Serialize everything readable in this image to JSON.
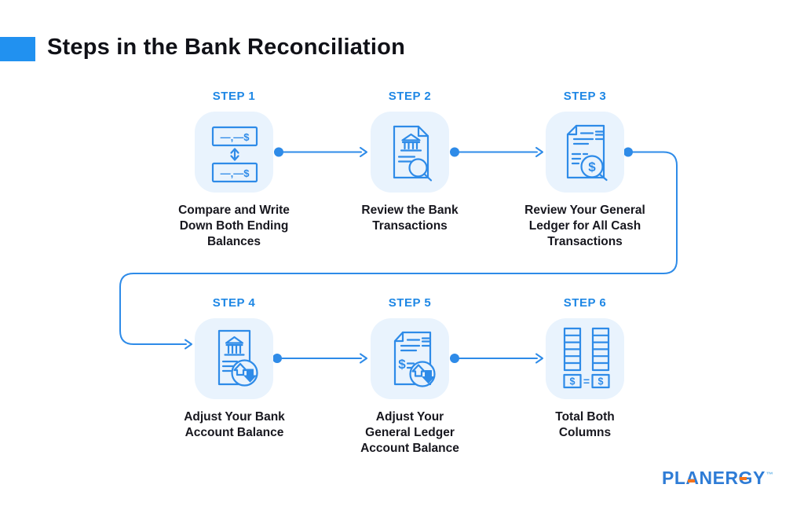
{
  "header": {
    "title": "Steps in the Bank Reconciliation"
  },
  "steps": [
    {
      "label": "STEP 1",
      "caption": "Compare and Write Down Both Ending Balances",
      "icon": "compare-ending-balances-icon",
      "icon_amount": "—,—$"
    },
    {
      "label": "STEP 2",
      "caption": "Review the Bank Transactions",
      "icon": "review-bank-transactions-icon"
    },
    {
      "label": "STEP 3",
      "caption": "Review Your General Ledger for All Cash Transactions",
      "icon": "review-general-ledger-icon",
      "icon_magnifier_symbol": "$"
    },
    {
      "label": "STEP 4",
      "caption": "Adjust Your Bank Account Balance",
      "icon": "adjust-bank-balance-icon"
    },
    {
      "label": "STEP 5",
      "caption": "Adjust Your General Ledger Account Balance",
      "icon": "adjust-general-ledger-icon",
      "icon_document_symbol": "$"
    },
    {
      "label": "STEP 6",
      "caption": "Total Both Columns",
      "icon": "total-both-columns-icon",
      "icon_totals": {
        "left": "$",
        "equals": "=",
        "right": "$"
      }
    }
  ],
  "branding": {
    "logo_text": "PLANERGY",
    "trademark": "™"
  },
  "colors": {
    "background": "#FFFFFF",
    "accent_blue": "#2191F0",
    "line_blue": "#2E8BE8",
    "step_label_blue": "#1E87E5",
    "icon_box_bg": "#E9F3FD",
    "title_text": "#101117",
    "caption_text": "#17171E",
    "logo_blue": "#2E7CD6",
    "logo_orange": "#F4731C"
  }
}
